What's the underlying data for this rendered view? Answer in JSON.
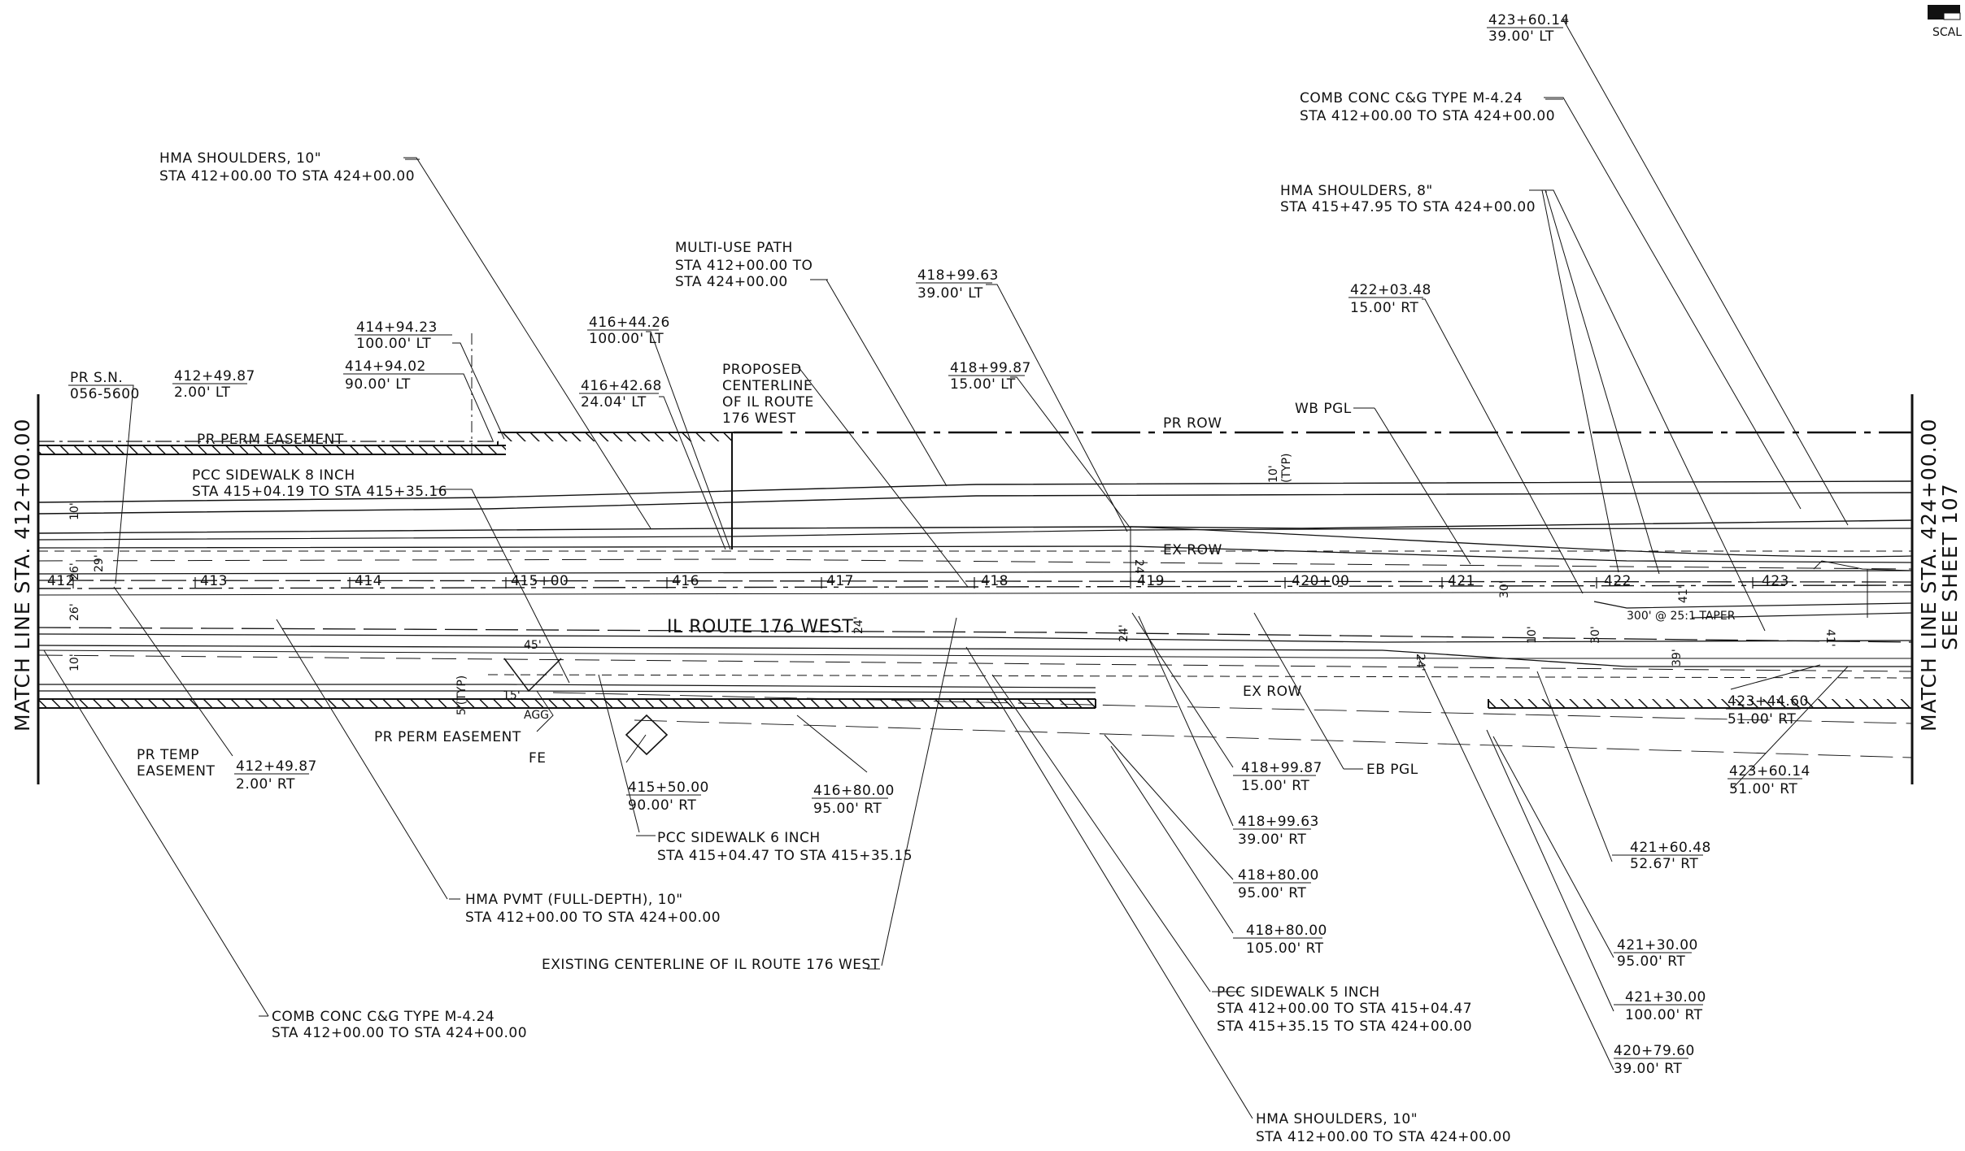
{
  "scale_label": "SCAL",
  "match_left": "MATCH LINE STA. 412+00.00",
  "match_right": "MATCH LINE STA. 424+00.00",
  "see_sheet": "SEE SHEET 107",
  "road_name": "IL ROUTE 176 WEST",
  "stations": [
    "412",
    "413",
    "414",
    "415+00",
    "416",
    "417",
    "418",
    "419",
    "420+00",
    "421",
    "422",
    "423"
  ],
  "labels": {
    "pr_row": "PR ROW",
    "ex_row_top": "EX ROW",
    "ex_row_bottom": "EX ROW",
    "wb_pgl": "WB PGL",
    "eb_pgl": "EB PGL",
    "pr_perm_easement_top": "PR PERM EASEMENT",
    "pr_perm_easement_bottom": "PR PERM EASEMENT",
    "pr_temp_easement_1": "PR TEMP",
    "pr_temp_easement_2": "EASEMENT",
    "fe": "FE",
    "taper": "300' @ 25:1 TAPER",
    "typ_10": "10'",
    "typ_paren": "(TYP)",
    "typ_5": "5'(TYP)",
    "ang_45": "45'",
    "ang_15": "15'",
    "agg": "AGG"
  },
  "callouts": {
    "sta_423_60_top": [
      "423+60.14",
      "39.00' LT"
    ],
    "comb_cg_top": [
      "COMB CONC C&G TYPE M-4.24",
      "STA 412+00.00 TO STA 424+00.00"
    ],
    "hma_sh_10_top": [
      "HMA SHOULDERS, 10\"",
      "STA 412+00.00 TO STA 424+00.00"
    ],
    "hma_sh_8": [
      "HMA SHOULDERS, 8\"",
      "STA 415+47.95 TO STA 424+00.00"
    ],
    "multi_use": [
      "MULTI-USE PATH",
      "STA 412+00.00 TO",
      "STA 424+00.00"
    ],
    "sta_418_99_63_lt": [
      "418+99.63",
      "39.00' LT"
    ],
    "sta_422_03": [
      "422+03.48",
      "15.00' RT"
    ],
    "sta_414_94_23": [
      "414+94.23",
      "100.00' LT"
    ],
    "sta_416_44": [
      "416+44.26",
      "100.00' LT"
    ],
    "sta_414_94_02": [
      "414+94.02",
      "90.00' LT"
    ],
    "sta_416_42": [
      "416+42.68",
      "24.04' LT"
    ],
    "proposed_cl": [
      "PROPOSED",
      "CENTERLINE",
      "OF IL ROUTE",
      "176 WEST"
    ],
    "sta_418_99_87_lt": [
      "418+99.87",
      "15.00' LT"
    ],
    "pr_sn": [
      "PR S.N.",
      "056-5600"
    ],
    "sta_412_49_lt": [
      "412+49.87",
      "2.00' LT"
    ],
    "pcc_sw_8": [
      "PCC SIDEWALK 8 INCH",
      "STA 415+04.19 TO STA 415+35.16"
    ],
    "sta_412_49_rt": [
      "412+49.87",
      "2.00' RT"
    ],
    "sta_415_50": [
      "415+50.00",
      "90.00' RT"
    ],
    "sta_416_80": [
      "416+80.00",
      "95.00' RT"
    ],
    "pcc_sw_6": [
      "PCC SIDEWALK 6 INCH",
      "STA 415+04.47 TO STA 415+35.15"
    ],
    "hma_pvmt": [
      "HMA PVMT (FULL-DEPTH), 10\"",
      "STA 412+00.00 TO STA 424+00.00"
    ],
    "existing_cl": [
      "EXISTING CENTERLINE OF IL ROUTE 176 WEST"
    ],
    "comb_cg_bottom": [
      "COMB CONC C&G TYPE M-4.24",
      "STA 412+00.00 TO STA 424+00.00"
    ],
    "sta_418_99_87_rt": [
      "418+99.87",
      "15.00' RT"
    ],
    "sta_418_99_63_rt": [
      "418+99.63",
      "39.00' RT"
    ],
    "sta_418_80_95": [
      "418+80.00",
      "95.00' RT"
    ],
    "sta_418_80_105": [
      "418+80.00",
      "105.00' RT"
    ],
    "pcc_sw_5": [
      "PCC SIDEWALK 5 INCH",
      "STA 412+00.00 TO STA 415+04.47",
      "STA 415+35.15 TO STA 424+00.00"
    ],
    "hma_sh_10_bottom": [
      "HMA SHOULDERS, 10\"",
      "STA 412+00.00 TO STA 424+00.00"
    ],
    "sta_421_60": [
      "421+60.48",
      "52.67' RT"
    ],
    "sta_421_30_95": [
      "421+30.00",
      "95.00' RT"
    ],
    "sta_421_30_100": [
      "421+30.00",
      "100.00' RT"
    ],
    "sta_420_79": [
      "420+79.60",
      "39.00' RT"
    ],
    "sta_423_44": [
      "423+44.60",
      "51.00' RT"
    ],
    "sta_423_60_bottom": [
      "423+60.14",
      "51.00' RT"
    ]
  },
  "dimensions": {
    "d10_left_top": "10'",
    "d26_left_top": "26'",
    "d29_left": "29'",
    "d26_left_bottom": "26'",
    "d10_left_bottom": "10'",
    "d24_mid": "24'",
    "d24_418_top": "24'",
    "d24_418_bottom": "24'",
    "d24_420": "24'",
    "d30_421": "30'",
    "d10_421": "10'",
    "d30_422": "30'",
    "d41_top": "41'",
    "d39": "39'",
    "d41_right": "41'"
  }
}
